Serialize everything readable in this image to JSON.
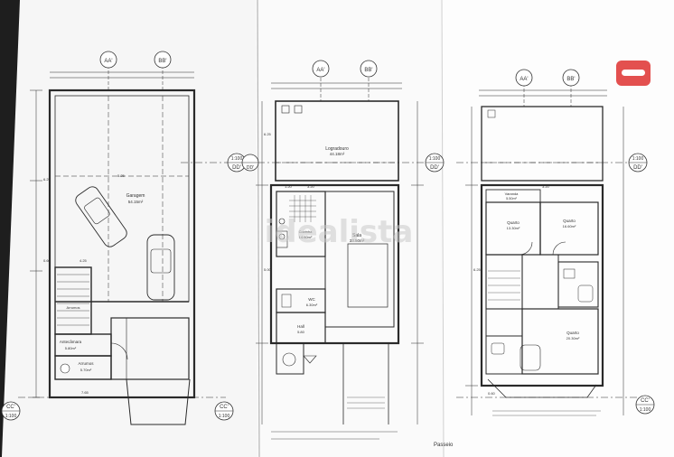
{
  "watermark": "idealista",
  "brand_color": "#e3504f",
  "plans": [
    {
      "grid_top": [
        "AA'",
        "BB'"
      ],
      "section_left": "CC'",
      "section_left_scale": "1:100",
      "section_mid": "CC'",
      "section_mid_scale": "1:100",
      "section_side": "DD'",
      "section_side_scale": "1:100",
      "rooms": [
        {
          "name": "Garagem",
          "area": "54.15m²"
        },
        {
          "name": "Arrumos",
          "area": ""
        },
        {
          "name": "Antecâmara",
          "area": "5.80m²"
        },
        {
          "name": "Arrumos",
          "area": "5.70m²"
        }
      ],
      "dims": [
        "0.60",
        "6.25",
        "5.25",
        "4.25",
        "7.65"
      ]
    },
    {
      "grid_top": [
        "AA'",
        "BB'"
      ],
      "section_side": "DD'",
      "section_side_scale": "1:100",
      "section_left": "DD'",
      "rooms": [
        {
          "name": "Logradouro",
          "area": "44.18m²"
        },
        {
          "name": "Sala",
          "area": "33.50m²"
        },
        {
          "name": "Cozinha",
          "area": "14.60m²"
        },
        {
          "name": "WC",
          "area": "6.30m²"
        },
        {
          "name": "Hall",
          "area": "5.80"
        }
      ],
      "bottom_labels": [
        "Passeio"
      ],
      "dims": [
        "6.25",
        "5.00",
        "3.20",
        "1.20"
      ]
    },
    {
      "grid_top": [
        "AA'",
        "BB'"
      ],
      "section_right": "CC'",
      "section_right_scale": "1:100",
      "section_side": "DD'",
      "section_side_scale": "1:100",
      "rooms": [
        {
          "name": "Varanda",
          "area": "5.50m²"
        },
        {
          "name": "Quarto",
          "area": "13.30m²"
        },
        {
          "name": "Quarto",
          "area": "16.60m²"
        },
        {
          "name": "Quarto",
          "area": "20.30m²"
        }
      ],
      "dims": [
        "6.25",
        "3.20",
        "0.60"
      ]
    }
  ]
}
